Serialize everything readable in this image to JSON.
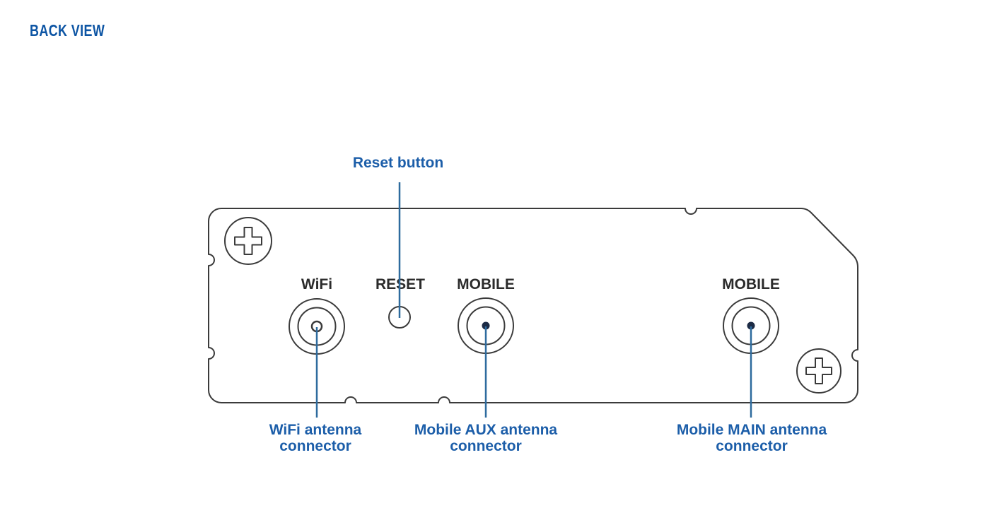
{
  "title": "BACK VIEW",
  "colors": {
    "title_blue": "#0d55a4",
    "label_blue": "#1c5ea9",
    "leader_line_blue": "#2e6b9e",
    "outline_dark": "#3b3b3b",
    "port_label_dark": "#2b2b2b"
  },
  "connectors": [
    {
      "id": "wifi",
      "port_label": "WiFi",
      "annotation": "WiFi antenna\nconnector"
    },
    {
      "id": "reset",
      "port_label": "RESET",
      "annotation": "Reset button"
    },
    {
      "id": "mobile-aux",
      "port_label": "MOBILE",
      "annotation": "Mobile AUX antenna\nconnector"
    },
    {
      "id": "mobile-main",
      "port_label": "MOBILE",
      "annotation": "Mobile MAIN antenna\nconnector"
    }
  ]
}
